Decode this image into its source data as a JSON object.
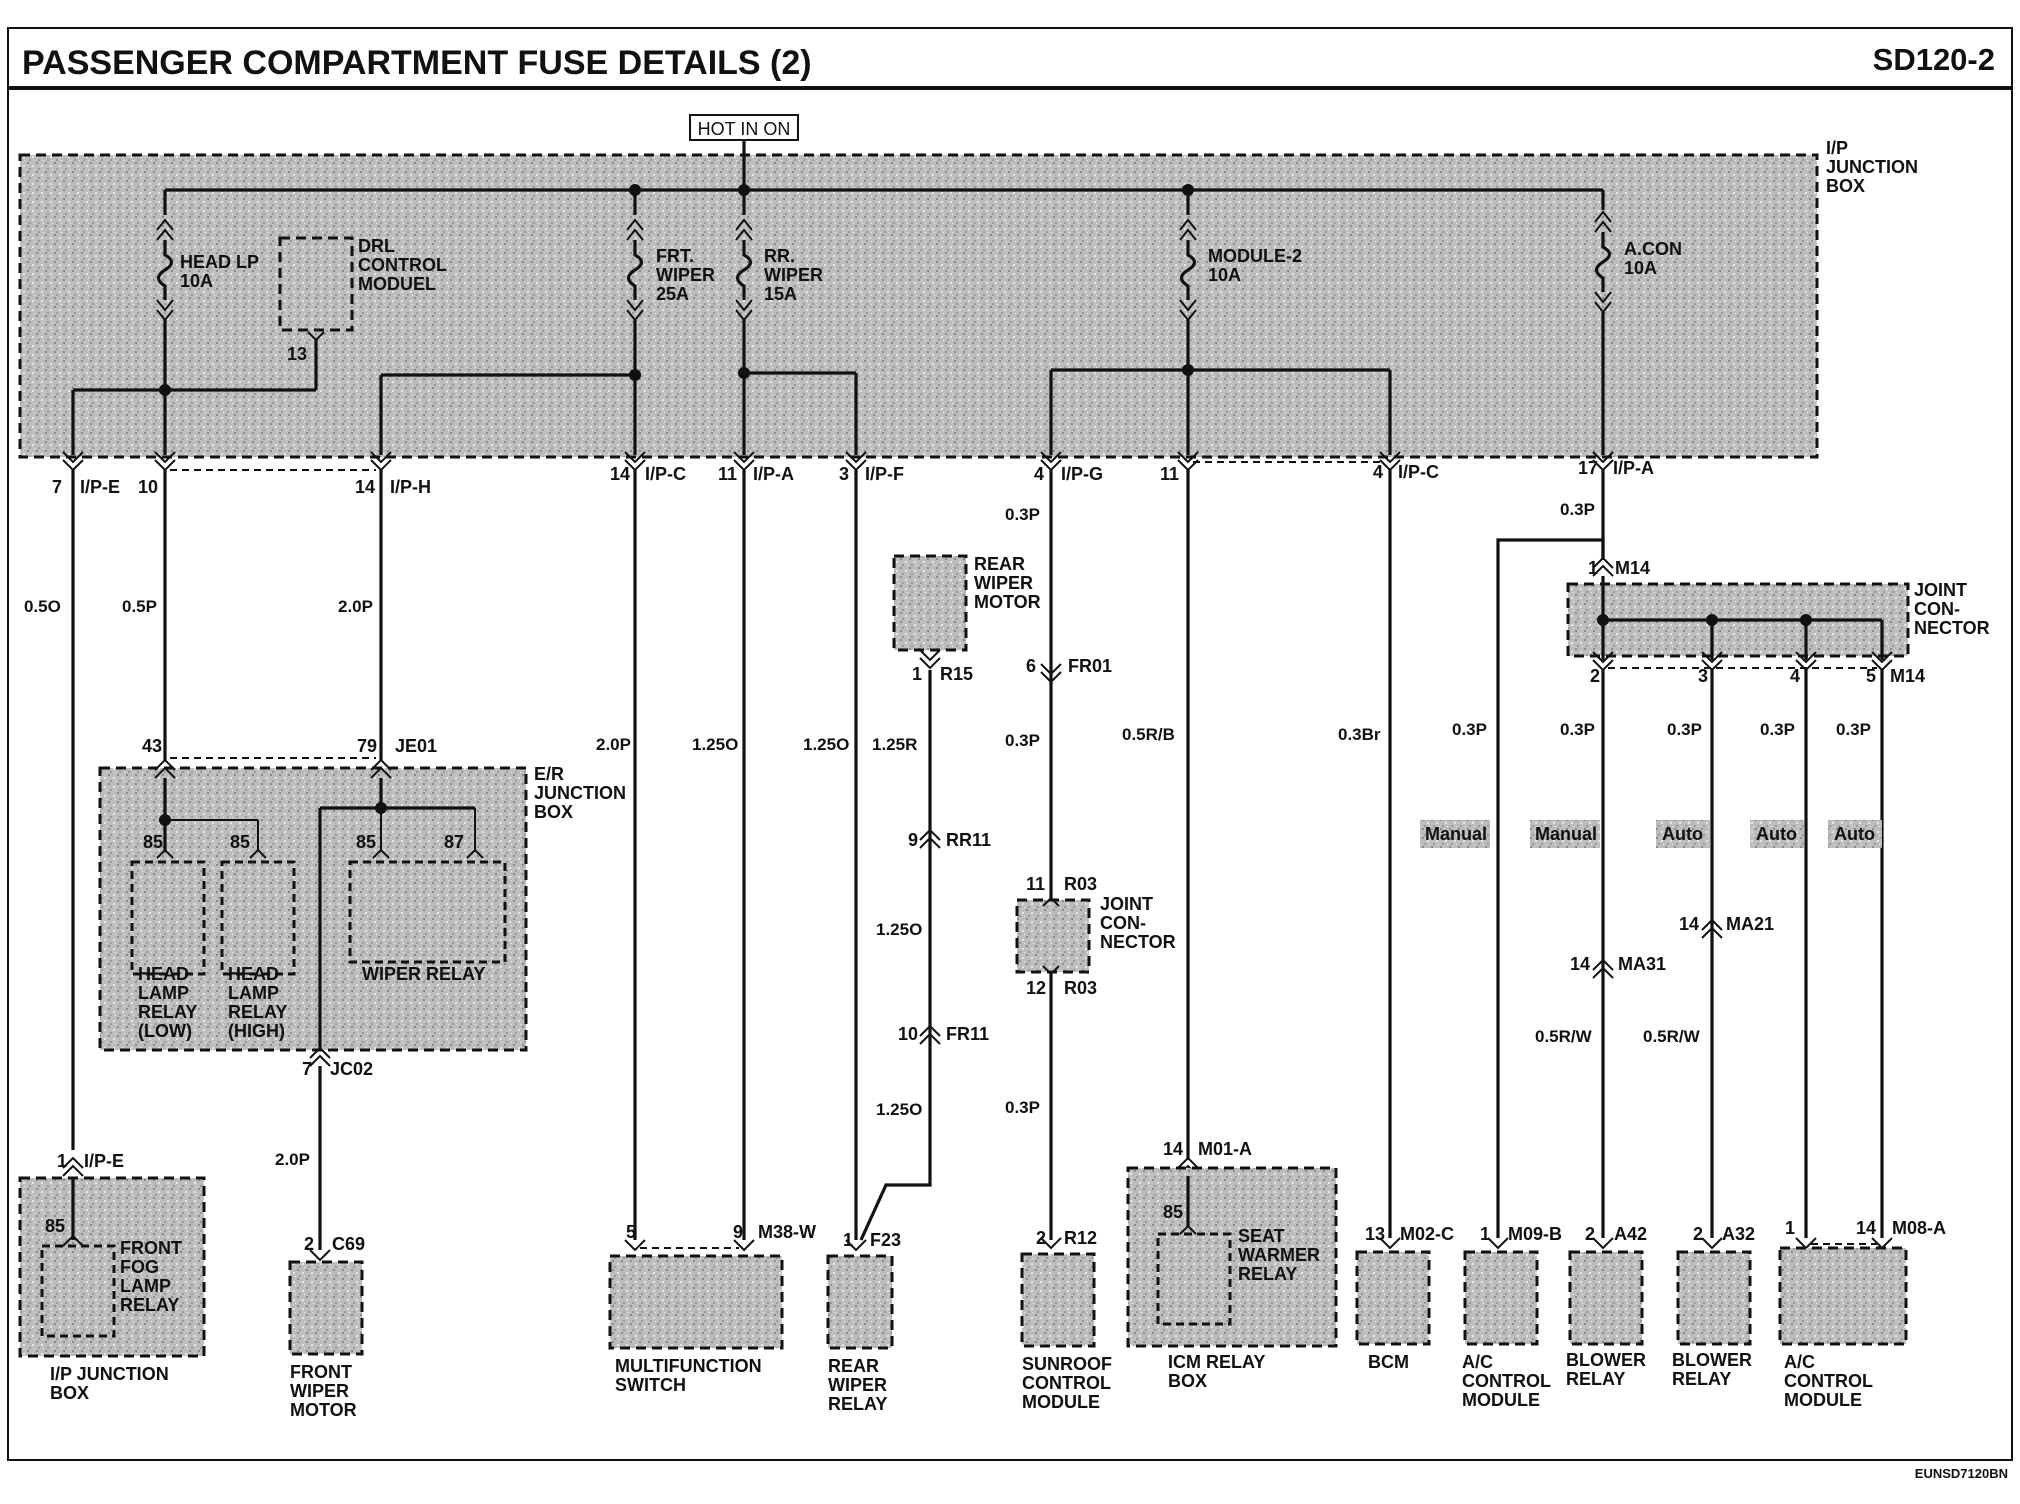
{
  "header": {
    "title": "PASSENGER COMPARTMENT FUSE DETAILS (2)",
    "code": "SD120-2"
  },
  "power": {
    "label": "HOT IN ON"
  },
  "ip_junction_box": {
    "label_lines": [
      "I/P",
      "JUNCTION",
      "BOX"
    ]
  },
  "fuses": [
    {
      "name": "HEAD LP",
      "rating": "10A"
    },
    {
      "name": "FRT.",
      "name2": "WIPER",
      "rating": "25A"
    },
    {
      "name": "RR.",
      "name2": "WIPER",
      "rating": "15A"
    },
    {
      "name": "MODULE-2",
      "rating": "10A"
    },
    {
      "name": "A.CON",
      "rating": "10A"
    }
  ],
  "drl": {
    "lines": [
      "DRL",
      "CONTROL",
      "MODUEL"
    ],
    "pin": "13"
  },
  "ip_connectors": [
    {
      "pin": "7",
      "name": "I/P-E"
    },
    {
      "pin": "10",
      "name": ""
    },
    {
      "pin": "14",
      "name": "I/P-H"
    },
    {
      "pin": "14",
      "name": "I/P-C"
    },
    {
      "pin": "11",
      "name": "I/P-A"
    },
    {
      "pin": "3",
      "name": "I/P-F"
    },
    {
      "pin": "4",
      "name": "I/P-G"
    },
    {
      "pin": "11",
      "name": ""
    },
    {
      "pin": "4",
      "name": "I/P-C"
    },
    {
      "pin": "17",
      "name": "I/P-A"
    }
  ],
  "wires": {
    "w1": "0.5O",
    "w2": "0.5P",
    "w3": "2.0P",
    "w4": "2.0P",
    "w5": "1.25O",
    "w6": "1.25O",
    "w7": "1.25R",
    "w8": "0.3P",
    "w9": "0.3P",
    "w10": "0.5R/B",
    "w11": "0.3Br",
    "w12": "0.3P",
    "w13": "1.25O",
    "w14": "1.25O",
    "w15": "0.3P",
    "w16": "2.0P",
    "w17": "0.5R/W",
    "w18": "0.5R/W"
  },
  "er_box": {
    "label_lines": [
      "E/R",
      "JUNCTION",
      "BOX"
    ],
    "pin43": "43",
    "pin79": "79",
    "je01": "JE01",
    "relay_pins": [
      "85",
      "85",
      "85",
      "87"
    ],
    "relay_low": [
      "HEAD",
      "LAMP",
      "RELAY",
      "(LOW)"
    ],
    "relay_high": [
      "HEAD",
      "LAMP",
      "RELAY",
      "(HIGH)"
    ],
    "wiper_relay": "WIPER RELAY",
    "jc02_pin": "7",
    "jc02": "JC02"
  },
  "rear_wiper_motor": {
    "lines": [
      "REAR",
      "WIPER",
      "MOTOR"
    ],
    "pin": "1",
    "conn": "R15"
  },
  "inline": [
    {
      "pin": "9",
      "name": "RR11"
    },
    {
      "pin": "10",
      "name": "FR11"
    },
    {
      "pin": "6",
      "name": "FR01"
    },
    {
      "pin": "14",
      "name": "MA21"
    },
    {
      "pin": "14",
      "name": "MA31"
    }
  ],
  "joint_r03": {
    "top_pin": "11",
    "bot_pin": "12",
    "name": "R03",
    "label_lines": [
      "JOINT",
      "CON-",
      "NECTOR"
    ]
  },
  "joint_m14": {
    "in_pin": "1",
    "name": "M14",
    "label_lines": [
      "JOINT",
      "CON-",
      "NECTOR"
    ],
    "out_pins": [
      "2",
      "3",
      "4",
      "5"
    ],
    "out_name": "M14",
    "wires": [
      "0.3P",
      "0.3P",
      "0.3P",
      "0.3P",
      "0.3P"
    ],
    "wire_top": "0.3P"
  },
  "options": [
    "Manual",
    "Manual",
    "Auto",
    "Auto",
    "Auto"
  ],
  "components": {
    "fog": {
      "conn_pin": "1",
      "conn": "I/P-E",
      "pin": "85",
      "lines": [
        "FRONT",
        "FOG",
        "LAMP",
        "RELAY"
      ],
      "caption": [
        "I/P JUNCTION",
        "BOX"
      ]
    },
    "front_wiper": {
      "pin": "2",
      "conn": "C69",
      "caption": [
        "FRONT",
        "WIPER",
        "MOTOR"
      ]
    },
    "multifunction": {
      "pin_a": "5",
      "pin_b": "9",
      "conn": "M38-W",
      "caption": [
        "MULTIFUNCTION",
        "SWITCH"
      ]
    },
    "rear_wiper_relay": {
      "pin": "1",
      "conn": "F23",
      "caption": [
        "REAR",
        "WIPER",
        "RELAY"
      ]
    },
    "sunroof": {
      "pin": "2",
      "conn": "R12",
      "caption": [
        "SUNROOF",
        "CONTROL",
        "MODULE"
      ]
    },
    "icm": {
      "pin": "14",
      "conn": "M01-A",
      "pin2": "85",
      "inner": [
        "SEAT",
        "WARMER",
        "RELAY"
      ],
      "caption": [
        "ICM RELAY",
        "BOX"
      ]
    },
    "bcm": {
      "pin": "13",
      "conn": "M02-C",
      "caption": [
        "BCM"
      ]
    },
    "ac_manual": {
      "pin": "1",
      "conn": "M09-B",
      "caption": [
        "A/C",
        "CONTROL",
        "MODULE"
      ]
    },
    "blower_a42": {
      "pin": "2",
      "conn": "A42",
      "caption": [
        "BLOWER",
        "RELAY"
      ]
    },
    "blower_a32": {
      "pin": "2",
      "conn": "A32",
      "caption": [
        "BLOWER",
        "RELAY"
      ]
    },
    "ac_auto": {
      "pin_a": "1",
      "pin_b": "14",
      "conn": "M08-A",
      "caption": [
        "A/C",
        "CONTROL",
        "MODULE"
      ]
    }
  },
  "footer": {
    "code": "EUNSD7120BN"
  }
}
